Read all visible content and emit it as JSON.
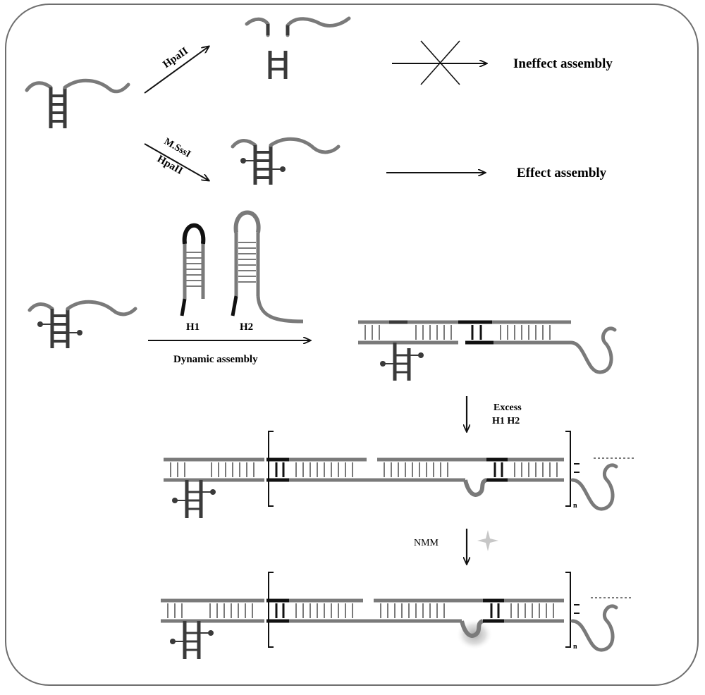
{
  "labels": {
    "hpaII_top": "HpaII",
    "mssi": "M.SssI",
    "hpaII_mid": "HpaII",
    "ineffect": "Ineffect assembly",
    "effect": "Effect assembly",
    "h1": "H1",
    "h2": "H2",
    "dynamic": "Dynamic assembly",
    "excess_line1": "Excess",
    "excess_line2": "H1 H2",
    "nmm": "NMM",
    "n_sub_1": "n",
    "n_sub_2": "n"
  },
  "colors": {
    "strand_gray": "#7a7a7a",
    "strand_dark": "#3a3a3a",
    "strand_black": "#111111",
    "border": "#6e6e6e",
    "fluor": "#b9b9b9"
  }
}
